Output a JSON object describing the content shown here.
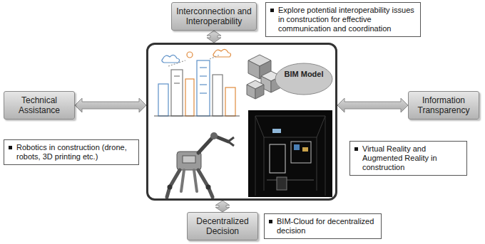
{
  "diagram": {
    "nodes": [
      {
        "text": [
          "Interconnection and Interoperability"
        ]
      },
      {
        "text": [
          "Explore potential interoperability issues in construction for effective communication and coordination"
        ]
      },
      {
        "text": [
          "Technical Assistance"
        ]
      },
      {
        "text": [
          "Robotics in construction (drone, robots, 3D printing etc.)"
        ]
      },
      {
        "text": [
          "BIM Model"
        ]
      },
      {
        "text": [
          "Information Transparency"
        ]
      },
      {
        "text": [
          "Virtual Reality and Augmented Reality in construction"
        ]
      },
      {
        "text": [
          "Decentralized Decision"
        ]
      },
      {
        "text": [
          "BIM-Cloud for decentralized decision"
        ]
      }
    ],
    "edges": [
      {
        "from": 0,
        "to": 4,
        "arrow": "both"
      },
      {
        "from": 2,
        "to": 4,
        "arrow": "both"
      },
      {
        "from": 5,
        "to": 4,
        "arrow": "both"
      },
      {
        "from": 7,
        "to": 4,
        "arrow": "both"
      }
    ]
  }
}
